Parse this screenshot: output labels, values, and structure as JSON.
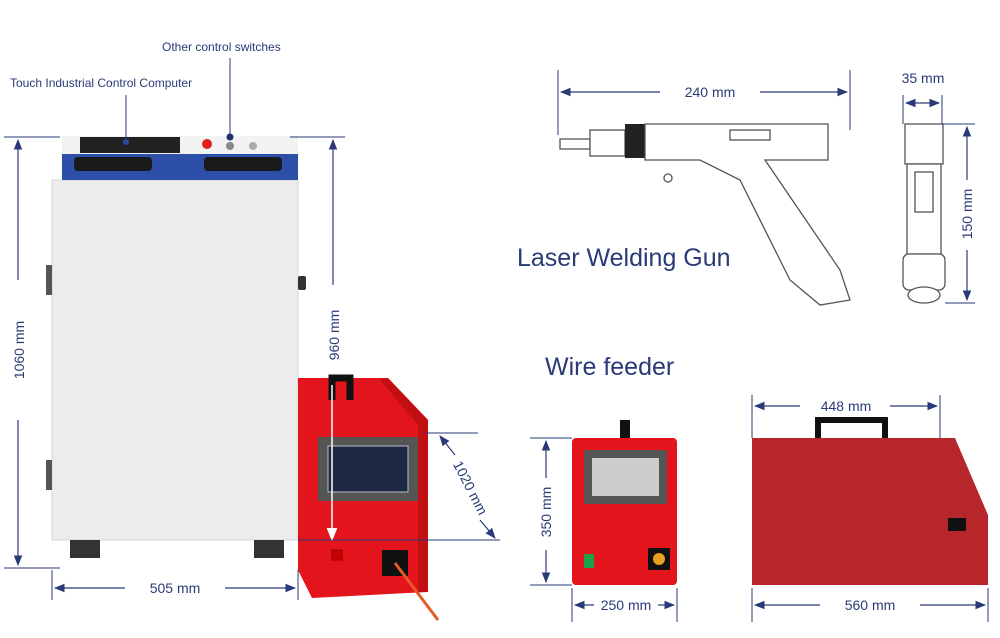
{
  "labels": {
    "touch_computer": "Touch Industrial Control Computer",
    "control_switches": "Other control switches",
    "laser_gun_title": "Laser Welding Gun",
    "wire_feeder_title": "Wire feeder"
  },
  "dimensions": {
    "machine_height": "1060 mm",
    "machine_top_height": "960 mm",
    "machine_width": "505 mm",
    "machine_depth": "1020 mm",
    "gun_length": "240 mm",
    "gun_width": "35 mm",
    "gun_height": "150 mm",
    "feeder_height": "350 mm",
    "feeder_width": "250 mm",
    "feeder_top_length": "448 mm",
    "feeder_length": "560 mm"
  },
  "colors": {
    "dimension": "#2a3a78",
    "cabinet_top": "#2d4fa8",
    "cabinet_body": "#ececec",
    "feeder_red": "#e3141b",
    "feeder_dark_red": "#b7262a"
  }
}
